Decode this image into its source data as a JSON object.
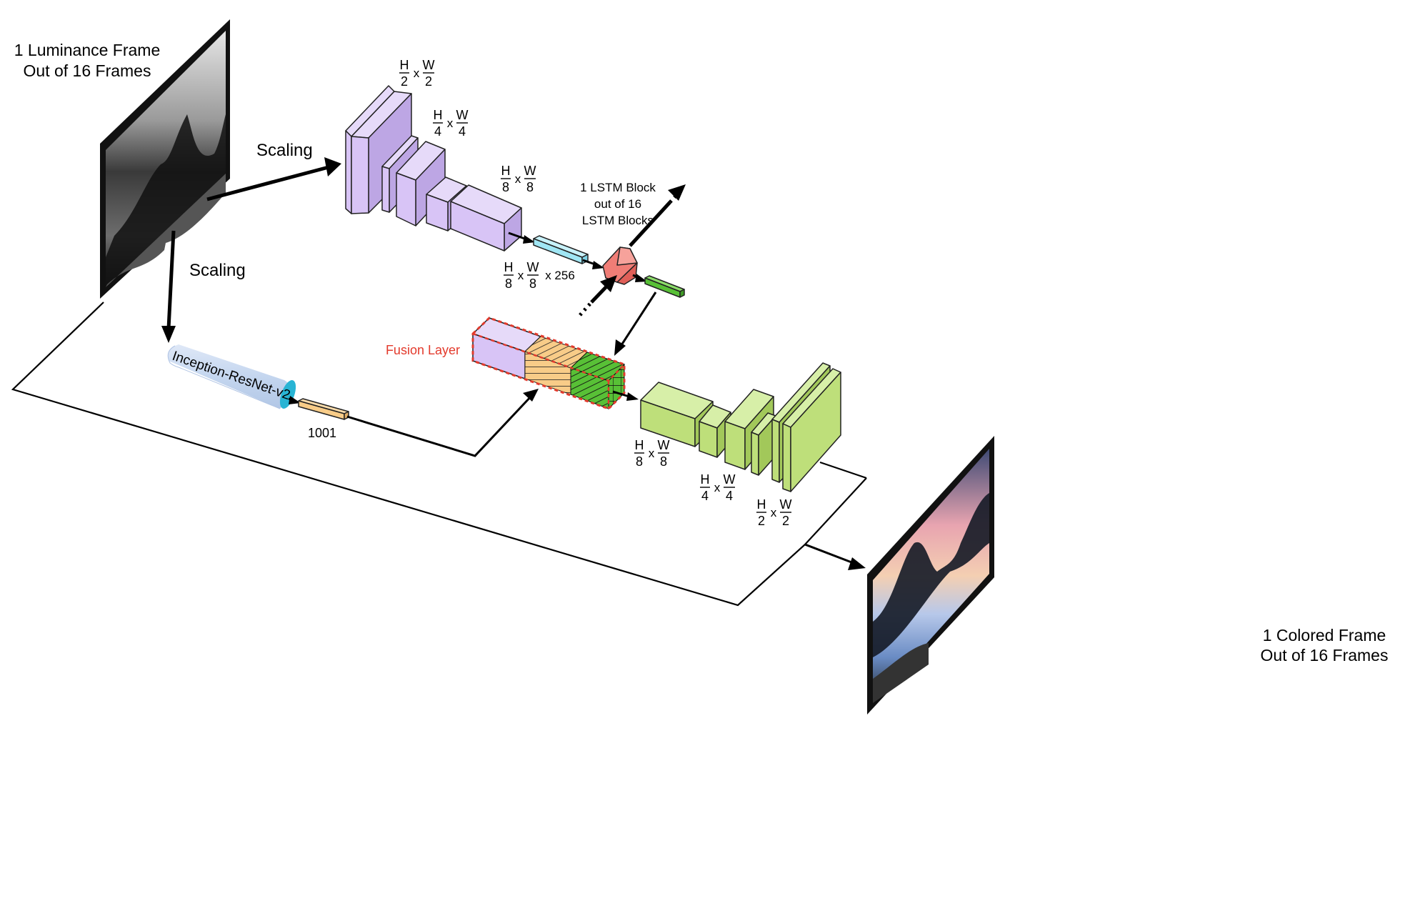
{
  "input_frame": {
    "caption_line1": "1 Luminance Frame",
    "caption_line2": "Out of 16 Frames"
  },
  "output_frame": {
    "caption_line1": "1 Colored Frame",
    "caption_line2": "Out of 16 Frames"
  },
  "scaling_labels": {
    "top": "Scaling",
    "left": "Scaling"
  },
  "lstm": {
    "caption_line1": "1 LSTM Block",
    "caption_line2": "out of 16",
    "caption_line3": "LSTM Blocks"
  },
  "inception": {
    "label": "Inception-ResNet-v2",
    "output_size": "1001"
  },
  "fusion": {
    "label": "Fusion Layer"
  },
  "symbols": {
    "h": "H",
    "w": "W",
    "times": "x",
    "d2": "2",
    "d4": "4",
    "d8": "8",
    "channels": "x 256"
  },
  "colors": {
    "encoder": "#d8c4f6",
    "decoder": "#bedf7a",
    "lstm": "#f07d76",
    "lstm_output": "#58c036",
    "encoder_output": "#a0e6f4",
    "inception": "#c6d8f0",
    "inception_cap": "#28b4d4",
    "global_feature": "#f8cc88",
    "fusion_border": "#e33a2c"
  }
}
